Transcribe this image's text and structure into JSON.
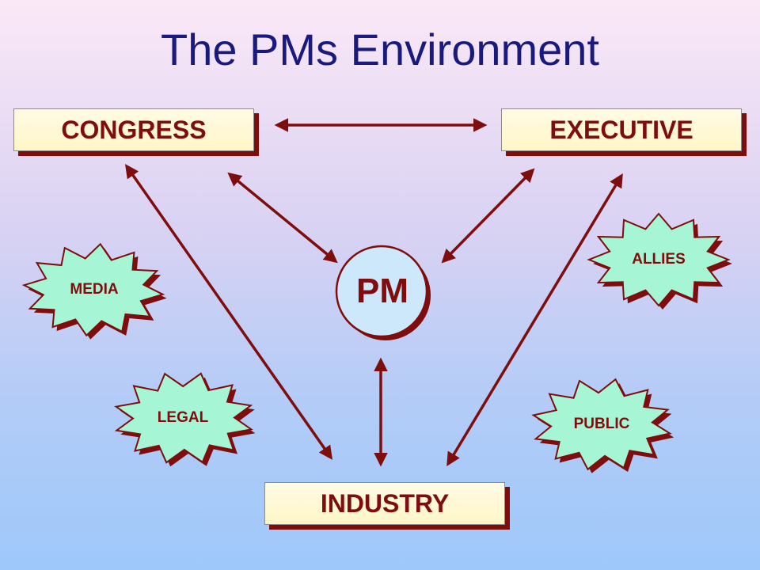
{
  "title": "The PMs Environment",
  "nodes": {
    "congress": "CONGRESS",
    "executive": "EXECUTIVE",
    "industry": "INDUSTRY",
    "pm": "PM"
  },
  "stakeholders": {
    "media": "MEDIA",
    "legal": "LEGAL",
    "allies": "ALLIES",
    "public": "PUBLIC"
  },
  "colors": {
    "arrow": "#7e0d0d",
    "title": "#1a1a7e",
    "star_fill": "#a6f5d5",
    "box_fill": "#fff6c6",
    "pm_fill": "#cde8fb"
  }
}
